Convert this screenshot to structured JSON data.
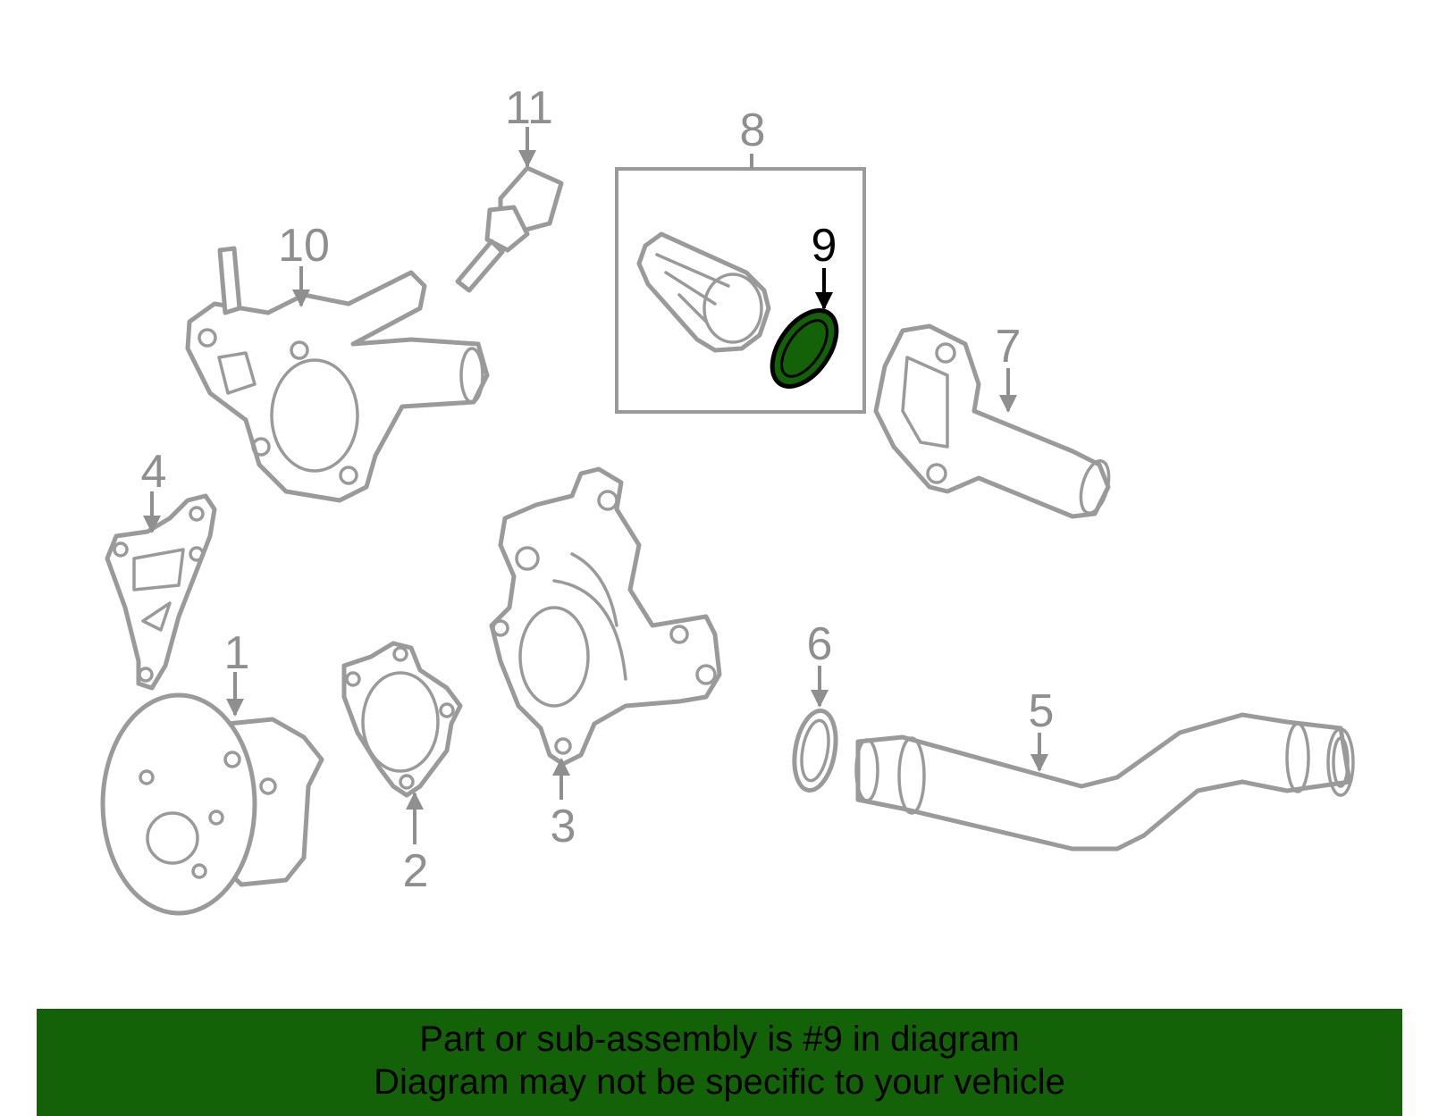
{
  "callouts": {
    "c1": "1",
    "c2": "2",
    "c3": "3",
    "c4": "4",
    "c5": "5",
    "c6": "6",
    "c7": "7",
    "c8": "8",
    "c9": "9",
    "c10": "10",
    "c11": "11"
  },
  "highlight": {
    "callout": "9",
    "color": "#136207"
  },
  "banner": {
    "line1": "Part or sub-assembly is #9 in diagram",
    "line2": "Diagram may not be specific to your vehicle",
    "background": "#136207"
  }
}
